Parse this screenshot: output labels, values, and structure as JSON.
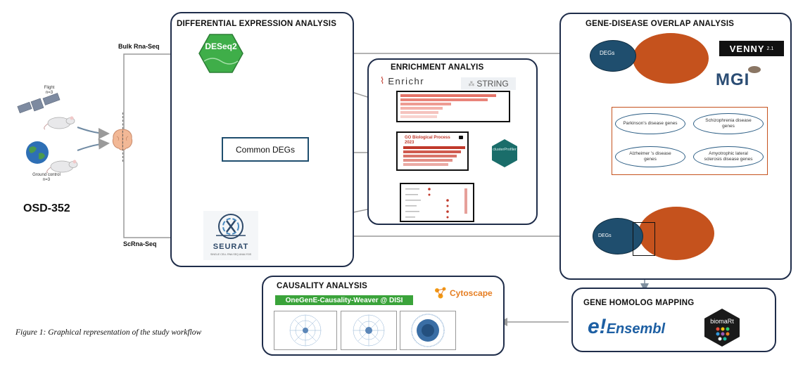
{
  "study_id": "OSD-352",
  "caption": "Figure 1: Graphical representation of the study workflow",
  "labels": {
    "flight": "Flight\nn=3",
    "ground_control": "Ground control\nn=3",
    "bulk": "Bulk Rna-Seq",
    "sc": "ScRna-Seq"
  },
  "panels": {
    "differential": {
      "title": "DIFFERENTIAL EXPRESSION ANALYSIS",
      "deseq2_logo": "DESeq2",
      "common_degs": "Common DEGs",
      "seurat_logo": "SEURAT",
      "seurat_sub": "SINGLE CELL RNA SEQ ANALYSIS"
    },
    "enrichment": {
      "title": "ENRICHMENT ANALYIS",
      "enrichr_logo": "Enrichr",
      "string_logo": "STRING",
      "go_title": "GO Biological Process 2023",
      "clusterprofiler_logo": "clusterProfiler"
    },
    "gene_disease": {
      "title": "GENE-DISEASE OVERLAP ANALYSIS",
      "degs_top": "DEGs",
      "degs_bottom": "DEGs",
      "venny_logo": "VENNY",
      "venny_version": "2.1",
      "mgi_logo": "MGI",
      "diseases": [
        "Parkinson's disease genes",
        "Schizophrenia disease genes",
        "Alzheimer 's disease genes",
        "Amyotrophic lateral sclerosis disease genes"
      ]
    },
    "homolog": {
      "title": "GENE HOMOLOG MAPPING",
      "ensembl_logo": "Ensembl",
      "biomart_logo": "biomaRt"
    },
    "causality": {
      "title": "CAUSALITY ANALYSIS",
      "weaver_banner": "OneGenE-Causality-Weaver @ DISI",
      "cytoscape_logo": "Cytoscape"
    }
  },
  "colors": {
    "panel_border": "#1f2d4a",
    "degs_circle": "#1f4e6e",
    "disease_circle": "#c5521d",
    "arrow": "#9a9a9a",
    "deseq_green": "#3fae49"
  }
}
